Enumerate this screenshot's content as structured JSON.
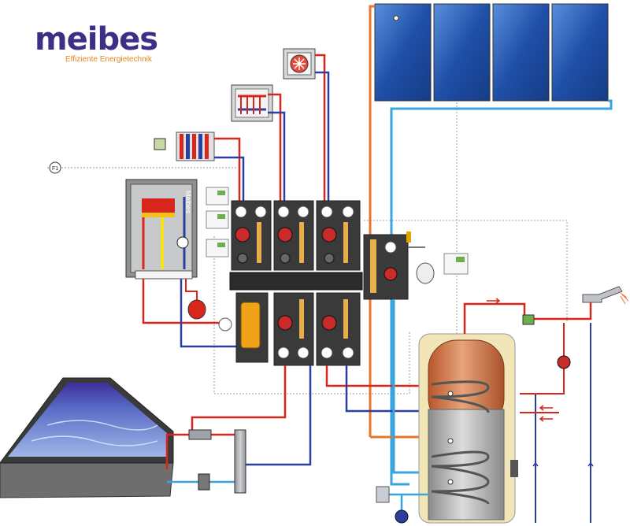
{
  "logo": {
    "wordmark": "meibes",
    "tagline": "Effiziente Energietechnik"
  },
  "labels": {
    "boiler_brand": "Meibes",
    "sensor_f1": "F1"
  },
  "colors": {
    "brand_purple": "#3b2f86",
    "brand_orange": "#e08a1e",
    "supply_red": "#d9261c",
    "return_blue": "#2a3fa0",
    "solar_light_blue": "#3aa4df",
    "solar_orange": "#e8762a",
    "collector_blue": "#1f4fa8",
    "insulation_black": "#2b2b2b",
    "tank_cream": "#f2e6b8"
  },
  "icons": {
    "solar_collector": "solar-collector-icon",
    "fan_coil": "fan-coil-icon",
    "manifold": "floor-heating-manifold-icon",
    "radiator": "radiator-icon",
    "room_controller": "room-controller-icon",
    "boiler": "boiler-icon",
    "buffer_tank": "storage-tank-icon",
    "pool": "swimming-pool-icon",
    "heat_exchanger": "heat-exchanger-icon",
    "tap": "faucet-icon",
    "expansion_vessel": "expansion-vessel-icon",
    "pump": "circulation-pump-icon",
    "hydraulic_separator": "hydraulic-separator-icon"
  }
}
